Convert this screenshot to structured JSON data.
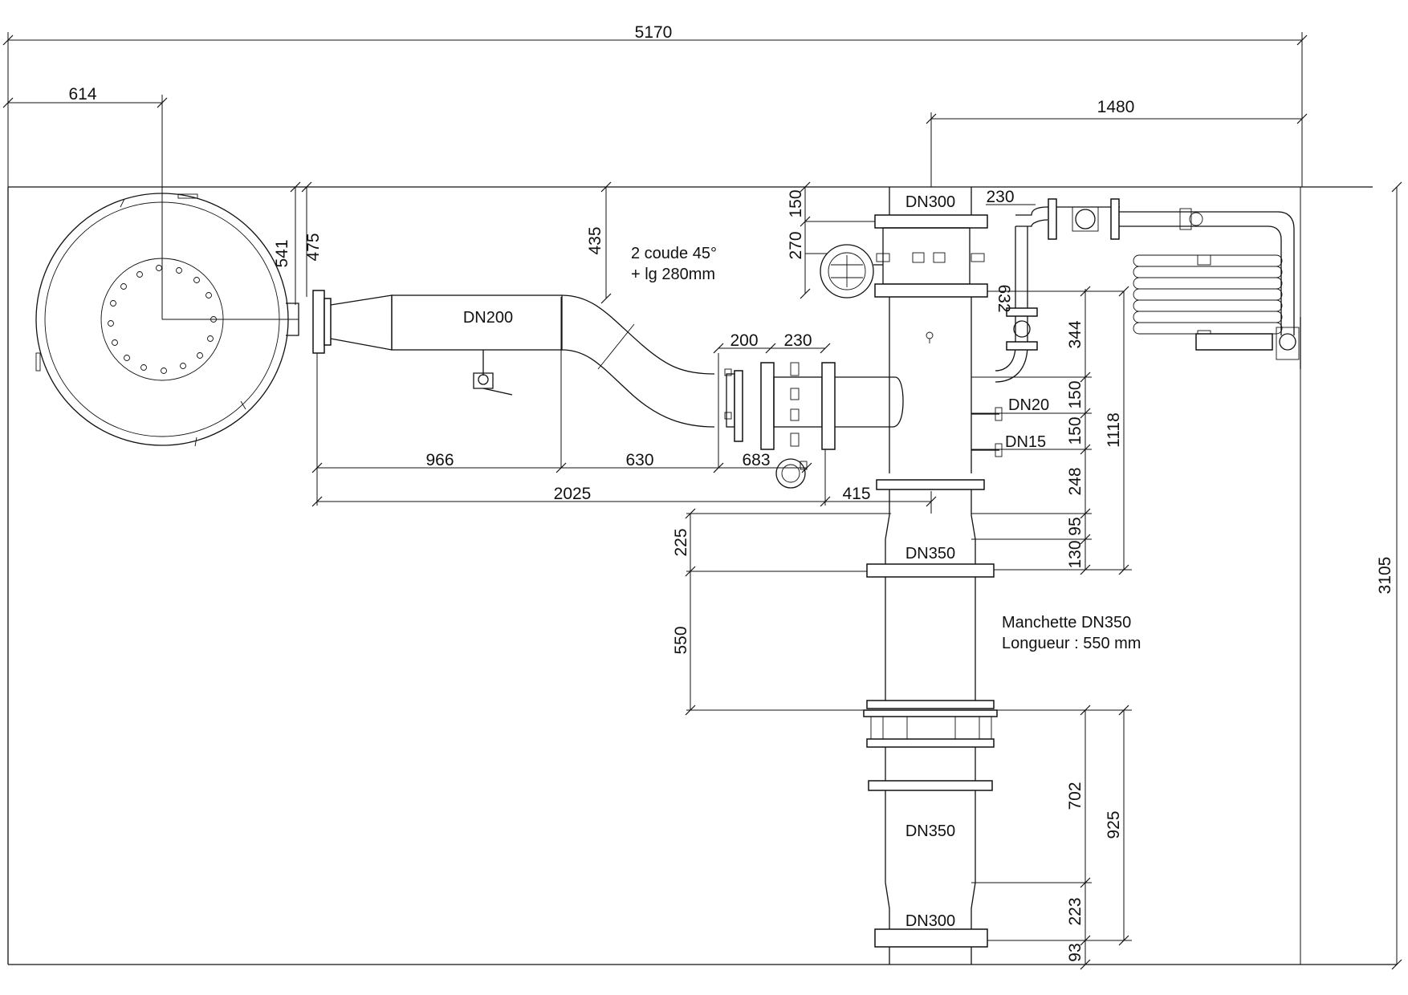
{
  "dimensions": {
    "overall_width": "5170",
    "overall_height": "3105",
    "tank_offset": "614",
    "right_section": "1480",
    "d541": "541",
    "d475": "475",
    "d435": "435",
    "d966": "966",
    "d630_h": "630",
    "d2025": "2025",
    "d683": "683",
    "d415": "415",
    "d200": "200",
    "d230_mid": "230",
    "d230_top": "230",
    "d150_top": "150",
    "d270": "270",
    "d632": "632",
    "d344": "344",
    "d150_a": "150",
    "d150_b": "150",
    "d248": "248",
    "d1118": "1118",
    "d95": "95",
    "d130": "130",
    "d225": "225",
    "d550": "550",
    "d702": "702",
    "d925": "925",
    "d223": "223",
    "d93": "93"
  },
  "labels": {
    "dn300_top": "DN300",
    "dn200": "DN200",
    "dn350_a": "DN350",
    "dn350_b": "DN350",
    "dn300_bottom": "DN300",
    "dn20": "DN20",
    "dn15": "DN15"
  },
  "notes": {
    "elbow_line1": "2 coude 45°",
    "elbow_line2": "+ lg 280mm",
    "manchette_line1": "Manchette DN350",
    "manchette_line2": "Longueur : 550 mm"
  }
}
